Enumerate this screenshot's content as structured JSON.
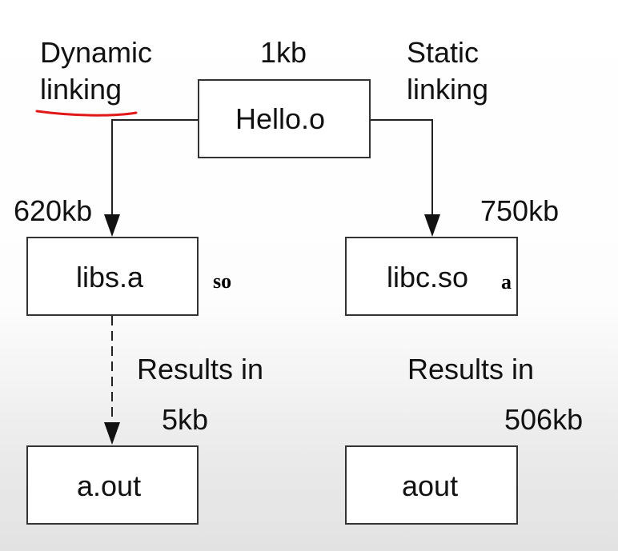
{
  "diagram": {
    "top_left_label": "Dynamic\nlinking",
    "top_left_line1": "Dynamic",
    "top_left_line2": "linking",
    "top_right_line1": "Static",
    "top_right_line2": "linking",
    "top_size": "1kb",
    "center_box": "Hello.o",
    "left_size": "620kb",
    "right_size": "750kb",
    "left_box": "libs.a",
    "right_box": "libc.so",
    "left_annotation": "so",
    "right_annotation": "a",
    "left_results": "Results in",
    "right_results": "Results in",
    "left_result_size": "5kb",
    "right_result_size": "506kb",
    "left_output_box": "a.out",
    "right_output_box": "aout"
  },
  "colors": {
    "annotation_red": "#e01818",
    "line": "#222222",
    "box_border": "#333333"
  }
}
